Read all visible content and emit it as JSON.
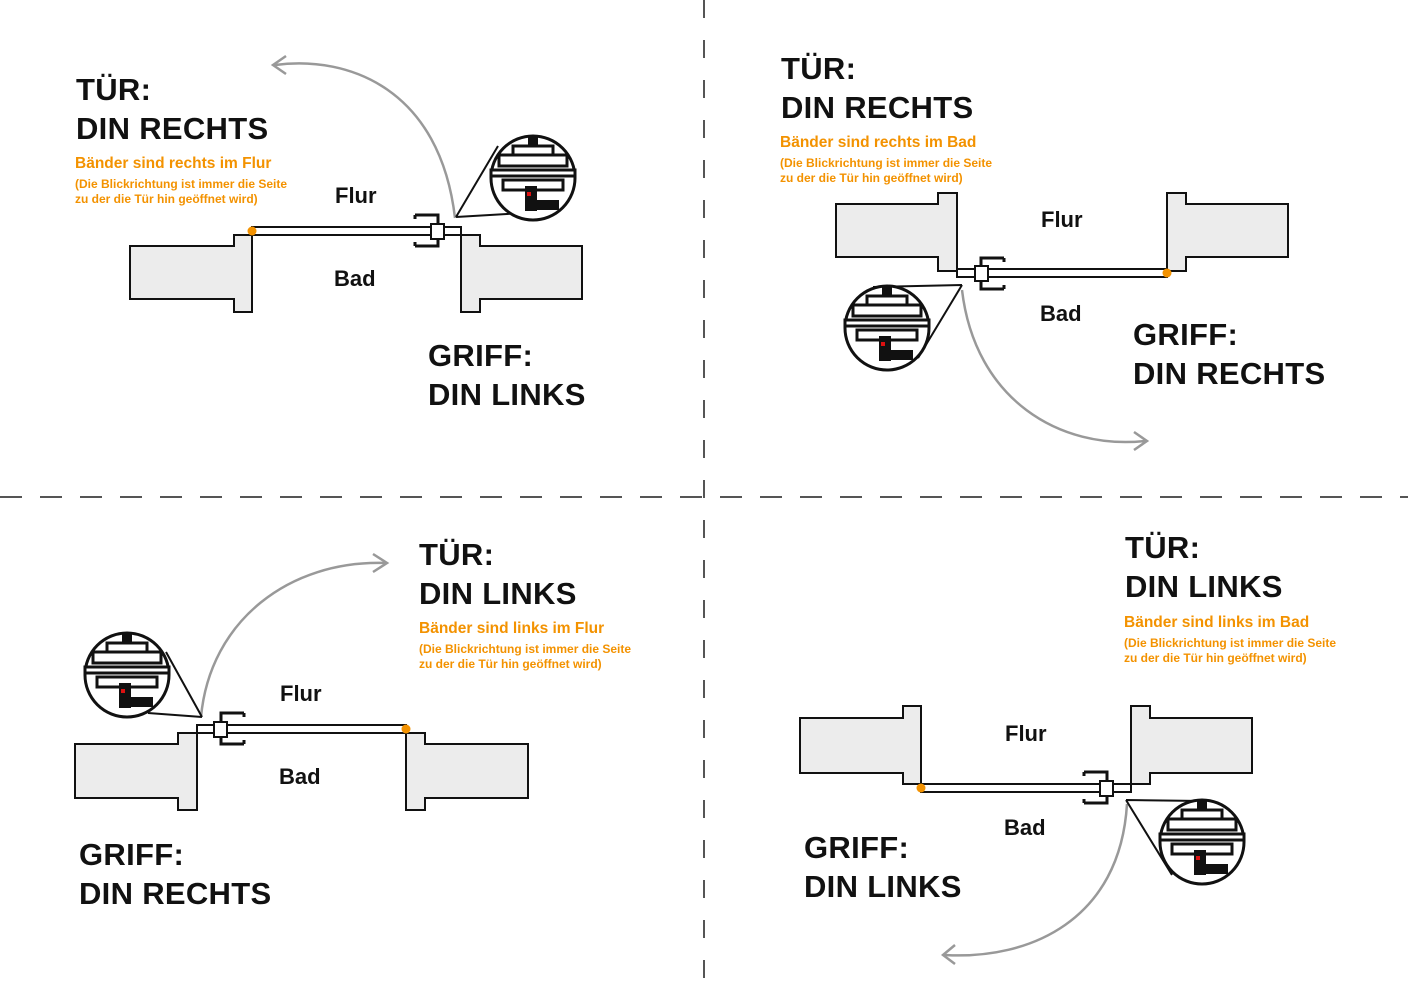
{
  "colors": {
    "accent": "#f39200",
    "ink": "#111111",
    "wall": "#ececec",
    "arrow": "#9a9a9a",
    "divider": "#555555"
  },
  "panels": {
    "tl": {
      "door_label": "TÜR:",
      "door_value": "DIN RECHTS",
      "hinge_note": "Bänder sind rechts im Flur",
      "view_note_1": "(Die Blickrichtung ist immer die Seite",
      "view_note_2": "zu der die Tür hin geöffnet wird)",
      "room_top": "Flur",
      "room_bottom": "Bad",
      "handle_label": "GRIFF:",
      "handle_value": "DIN LINKS"
    },
    "tr": {
      "door_label": "TÜR:",
      "door_value": "DIN RECHTS",
      "hinge_note": "Bänder sind rechts im Bad",
      "view_note_1": "(Die Blickrichtung ist immer die Seite",
      "view_note_2": "zu der die Tür hin geöffnet wird)",
      "room_top": "Flur",
      "room_bottom": "Bad",
      "handle_label": "GRIFF:",
      "handle_value": "DIN RECHTS"
    },
    "bl": {
      "door_label": "TÜR:",
      "door_value": "DIN LINKS",
      "hinge_note": "Bänder sind links im Flur",
      "view_note_1": "(Die Blickrichtung ist immer die Seite",
      "view_note_2": "zu der die Tür hin geöffnet wird)",
      "room_top": "Flur",
      "room_bottom": "Bad",
      "handle_label": "GRIFF:",
      "handle_value": "DIN RECHTS"
    },
    "br": {
      "door_label": "TÜR:",
      "door_value": "DIN LINKS",
      "hinge_note": "Bänder sind links im Bad",
      "view_note_1": "(Die Blickrichtung ist immer die Seite",
      "view_note_2": "zu der die Tür hin geöffnet wird)",
      "room_top": "Flur",
      "room_bottom": "Bad",
      "handle_label": "GRIFF:",
      "handle_value": "DIN LINKS"
    }
  }
}
